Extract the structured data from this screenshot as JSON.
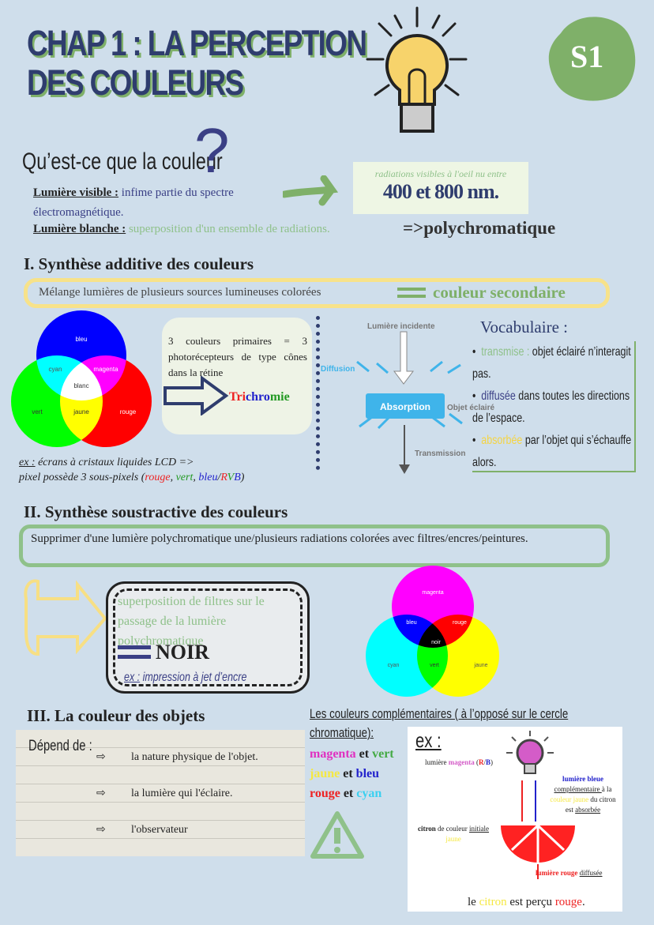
{
  "header": {
    "title_line1": "CHAP 1 : LA PERCEPTION",
    "title_line2": "DES COULEURS",
    "badge": "S1",
    "accent_green": "#7fb069",
    "navy": "#2f3d6e"
  },
  "intro": {
    "question": "Qu’est-ce que la couleur",
    "question_mark": "?",
    "visible_label": "Lumière visible :",
    "visible_text": "infime partie du spectre électromagnétique.",
    "white_label": "Lumière blanche :",
    "white_text": "superposition d'un ensemble de radiations.",
    "polychromatique": "=>polychromatique",
    "note_small": "radiations visibles à l'oeil nu entre",
    "note_big": "400 et 800 nm."
  },
  "section1": {
    "title": "I. Synthèse additive des couleurs",
    "banner": "Mélange lumières de plusieurs sources lumineuses colorées",
    "secondary": "couleur secondaire",
    "venn": [
      "bleu",
      "vert",
      "rouge",
      "cyan",
      "magenta",
      "jaune",
      "blanc"
    ],
    "primaires": "3 couleurs primaires = 3 photorécepteurs de type cônes dans la rétine",
    "tri": [
      "Tri",
      "chro",
      "mie"
    ],
    "ex_label": "ex :",
    "ex_line1": "écrans à cristaux liquides LCD =>",
    "ex_line2a": "pixel possède 3 sous-pixels (",
    "ex_rouge": "rouge",
    "ex_vert": "vert",
    "ex_bleu": "bleu",
    "ex_R": "R",
    "ex_V": "V",
    "ex_B": "B",
    "diagram": {
      "incidente": "Lumière incidente",
      "diffusion": "Diffusion",
      "absorption": "Absorption",
      "objet": "Objet éclairé",
      "transmission": "Transmission"
    },
    "vocab": {
      "title": "Vocabulaire :",
      "items": [
        {
          "term": "transmise :",
          "text": " objet éclairé n’interagit pas.",
          "color": "#8fc18a"
        },
        {
          "term": "diffusée",
          "text": " dans toutes les directions de l’espace.",
          "color": "#3a3f85"
        },
        {
          "term": "absorbée",
          "text": " par l’objet qui s’échauffe alors.",
          "color": "#f5d442"
        }
      ]
    }
  },
  "section2": {
    "title": "II. Synthèse soustractive des couleurs",
    "banner": "Supprimer d'une lumière polychromatique une/plusieurs radiations colorées avec filtres/encres/peintures.",
    "box_text": "superposition de filtres sur le passage de la lumière polychromatique",
    "noir": "NOIR",
    "ex_label": "ex :",
    "ex_text": " impression à jet d’encre",
    "venn": [
      "magenta",
      "cyan",
      "jaune",
      "bleu",
      "rouge",
      "vert",
      "noir"
    ]
  },
  "section3": {
    "title": "III. La couleur des objets",
    "depend": "Dépend de :",
    "items": [
      "la nature physique de l'objet.",
      "la lumière qui l'éclaire.",
      "l'observateur"
    ],
    "compl_title": "Les couleurs complémentaires ( à l’opposé sur le cercle chromatique):",
    "pairs": [
      [
        "magenta",
        "vert"
      ],
      [
        "jaune",
        "bleu"
      ],
      [
        "rouge",
        "cyan"
      ]
    ],
    "and": "et",
    "example": {
      "ex": "ex :",
      "lumiere": "lumière ",
      "magenta": "magenta",
      "rb_open": " (",
      "R": "R",
      "slash": "/",
      "B": "B",
      "rb_close": ")",
      "bleue": "lumière bleue",
      "compl": "complémentaire ",
      "a_la": "à la",
      "couleur_jaune": "couleur jaune",
      "du_citron": " du citron",
      "est": "est ",
      "absorbee": "absorbée",
      "citron": "citron",
      "de_couleur": " de couleur ",
      "initiale": "initiale",
      "jaune": "jaune",
      "rouge_diff": "lumière rouge ",
      "diffusee": "diffusée",
      "final_le": "le ",
      "final_citron": "citron",
      "final_est": " est perçu ",
      "final_rouge": "rouge",
      "final_dot": "."
    }
  }
}
